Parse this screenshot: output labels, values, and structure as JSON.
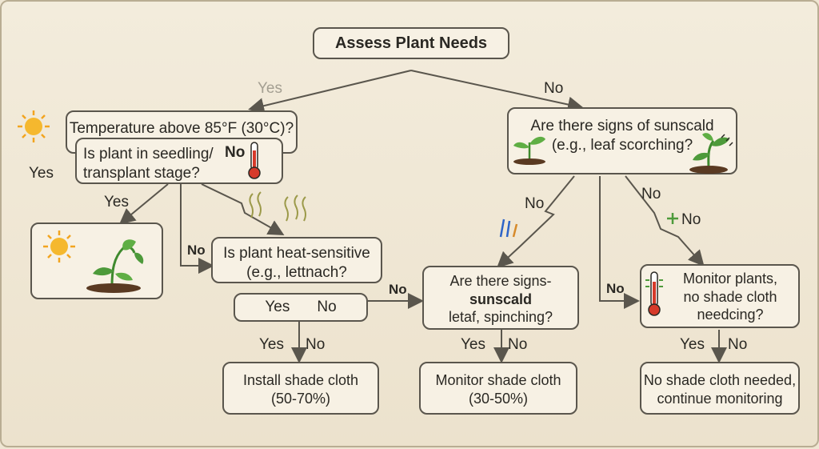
{
  "title": "Assess Plant Needs",
  "nodes": {
    "q_temp": "Temperature above 85°F (30°C)?",
    "q_seedling": [
      "Is plant in seedling/",
      "transplant stage?"
    ],
    "q_sunscald": [
      "Are there signs of sunscald",
      "(e.g., leaf scorching?"
    ],
    "q_heat": [
      "Is plant heat-sensitive",
      "(e.g., lettnach?"
    ],
    "q_yesno_line": {
      "yes": "Yes",
      "no": "No"
    },
    "q_signs2": [
      "Are there signs-",
      "sunscald",
      "letaf, spinching?"
    ],
    "q_monitor_plants": [
      "Monitor plants,",
      "no shade cloth",
      "needcing?"
    ],
    "a_install": [
      "Install shade cloth",
      "(50-70%)"
    ],
    "a_monitor_cloth": [
      "Monitor shade cloth",
      "(30-50%)"
    ],
    "a_no_cloth": [
      "No shade cloth needed,",
      "continue monitoring"
    ]
  },
  "edge_labels": {
    "top_yes": "Yes",
    "top_no": "No",
    "left_yes": "Yes",
    "seedling_no": "No",
    "seedling_yes": "Yes",
    "heat_no": "No",
    "yesno_no": "No",
    "sun_no1": "No",
    "sun_no2": "No",
    "sun_no3": "No",
    "sun_no4": "No",
    "install_yes": "Yes",
    "install_no": "No",
    "monitor_yes": "Yes",
    "monitor_no": "No",
    "nocloth_yes": "Yes",
    "nocloth_no": "No"
  },
  "icons": [
    "sun-icon",
    "thermometer-icon",
    "plant-icon",
    "heat-wave-icon"
  ],
  "colors": {
    "line": "#5a564d",
    "box": "#f7f1e4",
    "sun": "#f5b82e",
    "leaf": "#4d9a3a",
    "thermo": "#d63a2a",
    "soil": "#5a3a22"
  }
}
